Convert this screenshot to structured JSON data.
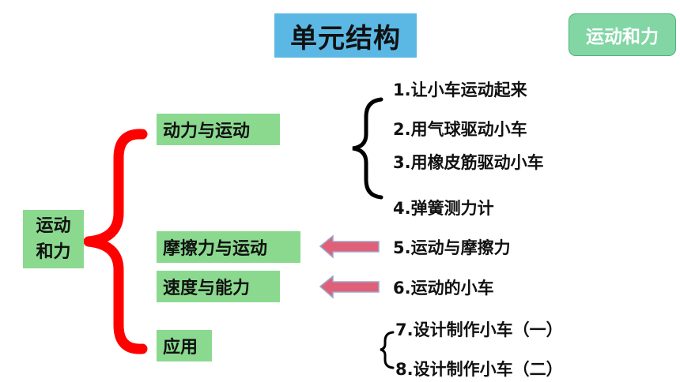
{
  "title": "单元结构",
  "badge": "运动和力",
  "root": {
    "line1": "运动",
    "line2": "和力"
  },
  "categories": [
    "动力与运动",
    "摩擦力与运动",
    "速度与能力",
    "应用"
  ],
  "lessons": [
    "1.让小车运动起来",
    "2.用气球驱动小车",
    "3.用橡皮筋驱动小车",
    "4.弹簧测力计",
    "5.运动与摩擦力",
    "6.运动的小车",
    "7.设计制作小车（一）",
    "8.设计制作小车（二）"
  ],
  "colors": {
    "title_bg": "#5bb8e4",
    "badge_bg": "#82d6a4",
    "box_bg": "#8ad98f",
    "big_brace": "#ff0000",
    "arrow": "#e0607a"
  }
}
